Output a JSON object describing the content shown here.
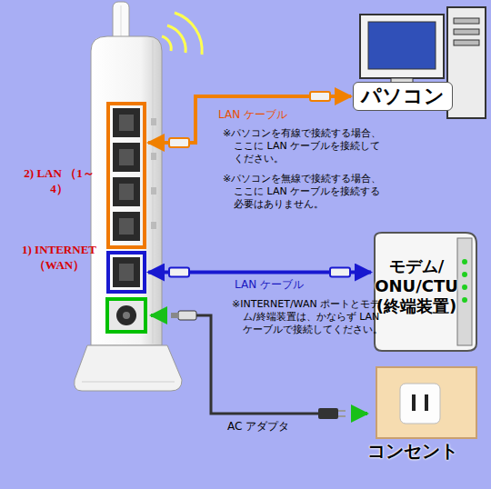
{
  "diagram": {
    "nodes": [
      {
        "text": [
          "2) LAN （1～4）"
        ]
      },
      {
        "text": [
          "1) INTERNET （WAN）"
        ]
      },
      {
        "text": [
          "パソコン"
        ]
      },
      {
        "text": [
          "モデム/ ONU/CTU (終端装置)"
        ]
      },
      {
        "text": [
          "コンセント"
        ]
      }
    ],
    "edges": [
      {
        "from": 0,
        "to": 2,
        "arrow": "both",
        "label": "LAN ケーブル"
      },
      {
        "from": 1,
        "to": 3,
        "arrow": "both",
        "label": "LAN ケーブル"
      }
    ],
    "labels": [
      "※パソコンを有線で接続する場合、ここに LAN ケーブルを接続してください。",
      "※パソコンを無線で接続する場合、ここに LAN ケーブルを接続する必要はありません。",
      "※INTERNET/WAN ポートとモデム/終端装置は、かならず LAN ケーブルで接続してください。",
      "AC アダプタ"
    ]
  }
}
